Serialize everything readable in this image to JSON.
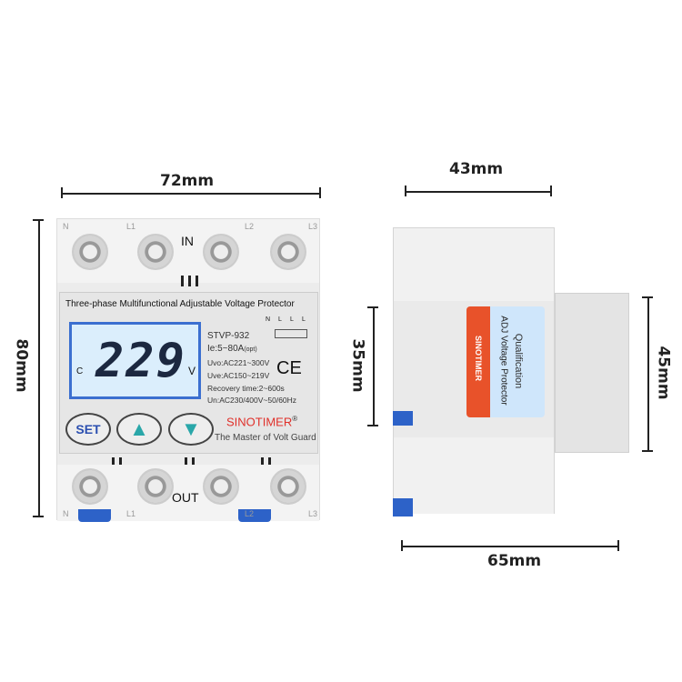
{
  "dimensions": {
    "front_width": "72mm",
    "front_height": "80mm",
    "side_depth_top": "43mm",
    "side_panel_height": "35mm",
    "side_height": "45mm",
    "side_depth_bottom": "65mm"
  },
  "front": {
    "in_label": "IN",
    "out_label": "OUT",
    "terminals_top": [
      "N",
      "L1",
      "L2",
      "L3"
    ],
    "terminals_bottom": [
      "N",
      "L1",
      "L2",
      "L3"
    ],
    "panel_title": "Three-phase Multifunctional Adjustable Voltage Protector",
    "display": {
      "value": "229",
      "left_mark": "C",
      "unit": "V"
    },
    "model": "STVP-932",
    "current": "Ie:5~80A",
    "current_note": "(opt)",
    "uvo": "Uvo:AC221~300V",
    "uve": "Uve:AC150~219V",
    "recovery": "Recovery time:2~600s",
    "un": "Un:AC230/400V~50/60Hz",
    "wiring_labels": [
      "N",
      "L",
      "L",
      "L"
    ],
    "ce_mark": "CE",
    "brand": "SINOTIMER",
    "brand_reg": "®",
    "slogan": "The Master of Volt Guard",
    "buttons": {
      "set": "SET",
      "up": "▲",
      "down": "▼"
    },
    "colors": {
      "lcd": "#dbeefc",
      "lcd_border": "#3b6fd0",
      "brand": "#e0302a",
      "arrow": "#2aa7a9"
    }
  },
  "side": {
    "brand": "SINOTIMER",
    "label_title": "Qualification",
    "label_subtitle": "ADJ Voltage Protector",
    "colors": {
      "tag": "#e8522a",
      "label": "#cfe6fb"
    }
  }
}
